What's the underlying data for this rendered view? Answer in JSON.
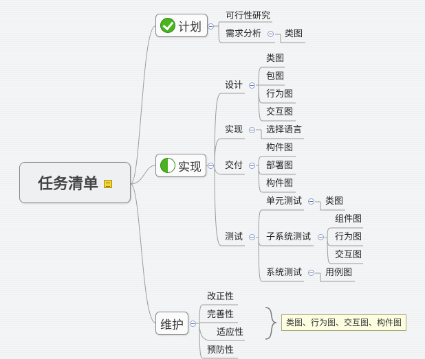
{
  "root": {
    "label": "任务清单",
    "note_icon": "note-icon"
  },
  "plan": {
    "label": "计划",
    "icon": "check-complete-icon",
    "children": [
      "可行性研究",
      "需求分析"
    ],
    "analysis_child": "类图"
  },
  "impl": {
    "label": "实现",
    "icon": "half-progress-icon",
    "design": {
      "label": "设计",
      "children": [
        "类图",
        "包图",
        "行为图",
        "交互图"
      ]
    },
    "code": {
      "label": "实现",
      "child": "选择语言"
    },
    "deliver": {
      "label": "交付",
      "children": [
        "构件图",
        "部署图",
        "构件图"
      ]
    },
    "test": {
      "label": "测试",
      "unit": {
        "label": "单元测试",
        "child": "类图"
      },
      "subsystem": {
        "label": "子系统测试",
        "children": [
          "组件图",
          "行为图",
          "交互图"
        ]
      },
      "system": {
        "label": "系统测试",
        "child": "用例图"
      }
    }
  },
  "maint": {
    "label": "维护",
    "children": [
      "改正性",
      "完善性",
      "适应性",
      "预防性"
    ],
    "callout": "类图、行为图、交互图、构件图"
  },
  "colors": {
    "line": "#9a9a9a",
    "check": "#49b41f",
    "callout_bg": "#fdfde0"
  }
}
